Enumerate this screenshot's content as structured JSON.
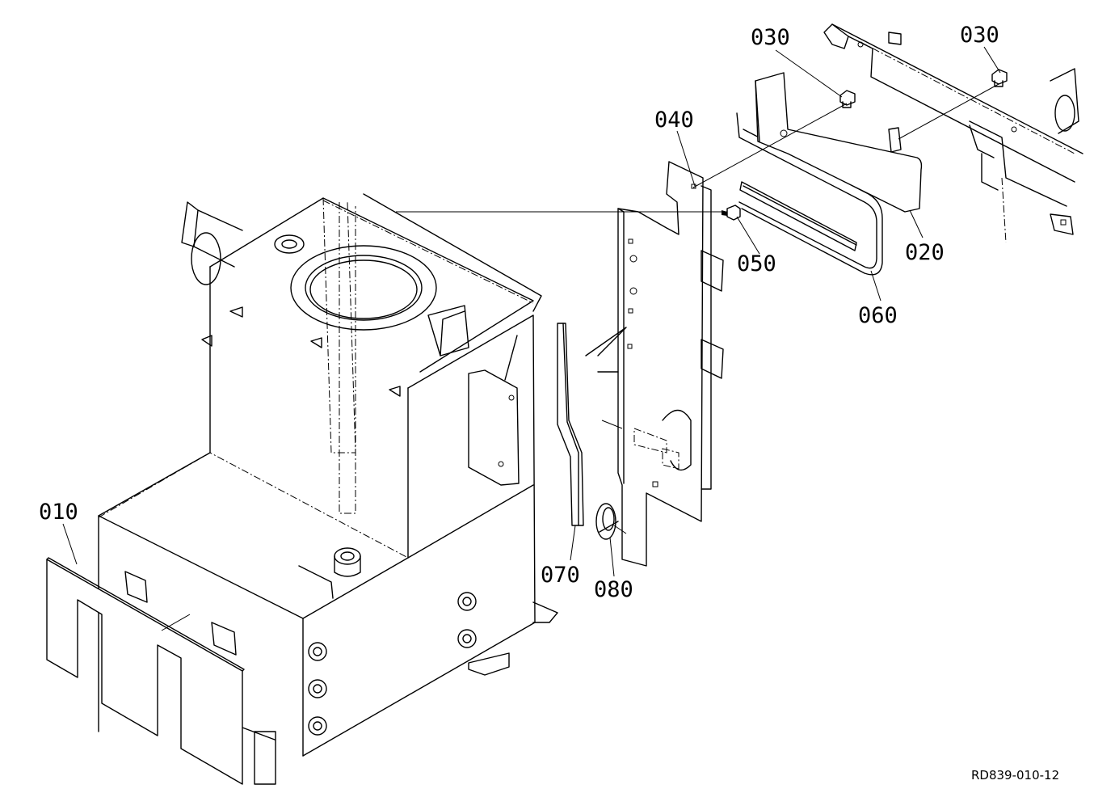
{
  "parts": [
    {
      "id": "p010",
      "label": "010"
    },
    {
      "id": "p020",
      "label": "020"
    },
    {
      "id": "p030a",
      "label": "030"
    },
    {
      "id": "p030b",
      "label": "030"
    },
    {
      "id": "p040",
      "label": "040"
    },
    {
      "id": "p050",
      "label": "050"
    },
    {
      "id": "p060",
      "label": "060"
    },
    {
      "id": "p070",
      "label": "070"
    },
    {
      "id": "p080",
      "label": "080"
    }
  ],
  "drawing_code": "RD839-010-12"
}
